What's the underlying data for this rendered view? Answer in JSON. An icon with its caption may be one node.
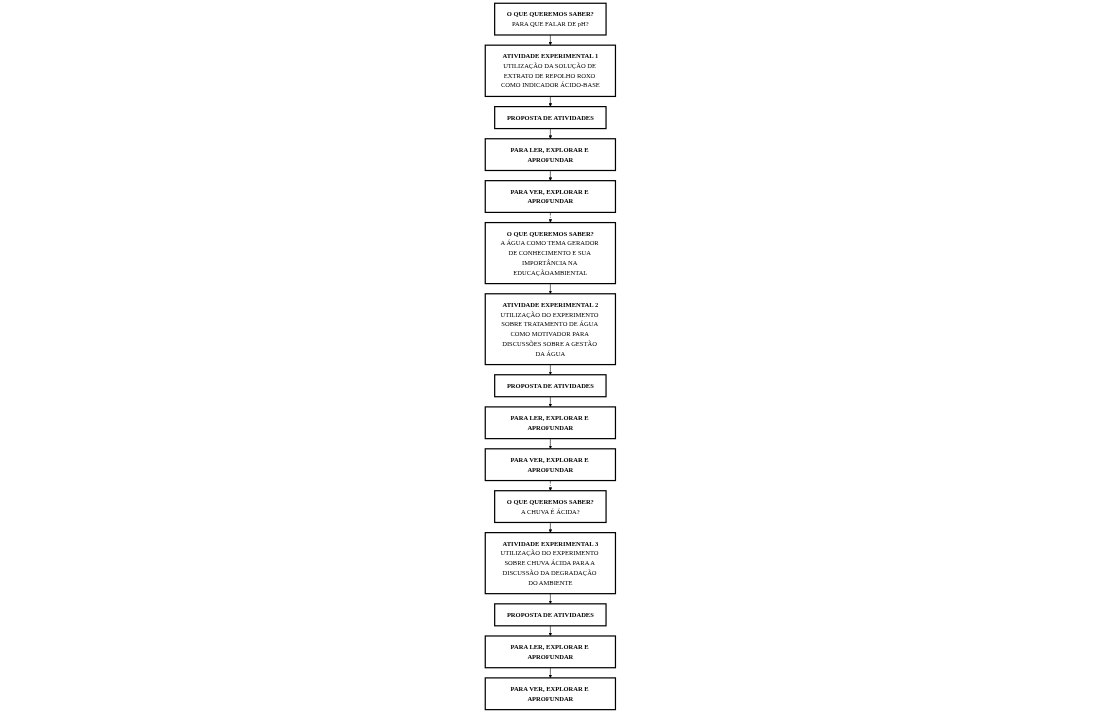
{
  "diagram": {
    "nodes": [
      {
        "text": [
          "O QUE QUEREMOS SABER?",
          "PARA QUE FALAR DE pH?"
        ]
      },
      {
        "text": [
          "ATIVIDADE EXPERIMENTAL 1",
          "UTILIZAÇÃO DA SOLUÇÃO DE EXTRATO DE REPOLHO ROXO COMO INDICADOR ÁCIDO-BASE"
        ]
      },
      {
        "text": [
          "PROPOSTA DE ATIVIDADES"
        ]
      },
      {
        "text": [
          "PARA LER, EXPLORAR E APROFUNDAR"
        ]
      },
      {
        "text": [
          "PARA VER, EXPLORAR E APROFUNDAR"
        ]
      },
      {
        "text": [
          "O QUE QUEREMOS SABER?",
          "A ÁGUA COMO TEMA GERADOR DE CONHECIMENTO E SUA IMPORTÂNCIA NA EDUCAÇÃOAMBIENTAL"
        ]
      },
      {
        "text": [
          "ATIVIDADE EXPERIMENTAL 2",
          "UTILIZAÇÃO DO EXPERIMENTO SOBRE TRATAMENTO DE ÁGUA COMO MOTIVADOR PARA DISCUSSÕES SOBRE A GESTÃO DA ÁGUA"
        ]
      },
      {
        "text": [
          "PROPOSTA DE ATIVIDADES"
        ]
      },
      {
        "text": [
          "PARA LER, EXPLORAR E APROFUNDAR"
        ]
      },
      {
        "text": [
          "PARA VER, EXPLORAR E APROFUNDAR"
        ]
      },
      {
        "text": [
          "O QUE QUEREMOS SABER?",
          "A CHUVA É ÁCIDA?"
        ]
      },
      {
        "text": [
          "ATIVIDADE EXPERIMENTAL 3",
          "UTILIZAÇÃO DO EXPERIMENTO SOBRE CHUVA ÁCIDA PARA A DISCUSSÃO DA DEGRADAÇÃO DO AMBIENTE"
        ]
      },
      {
        "text": [
          "PROPOSTA DE ATIVIDADES"
        ]
      },
      {
        "text": [
          "PARA LER, EXPLORAR E APROFUNDAR"
        ]
      },
      {
        "text": [
          "PARA VER, EXPLORAR E APROFUNDAR"
        ]
      }
    ],
    "edges": [
      {
        "from": 0,
        "to": 1,
        "arrow": "to"
      },
      {
        "from": 1,
        "to": 2,
        "arrow": "to"
      },
      {
        "from": 2,
        "to": 3,
        "arrow": "to"
      },
      {
        "from": 3,
        "to": 4,
        "arrow": "to"
      },
      {
        "from": 4,
        "to": 5,
        "arrow": "to",
        "style": "dashed"
      },
      {
        "from": 5,
        "to": 6,
        "arrow": "to"
      },
      {
        "from": 6,
        "to": 7,
        "arrow": "to"
      },
      {
        "from": 7,
        "to": 8,
        "arrow": "to"
      },
      {
        "from": 8,
        "to": 9,
        "arrow": "to"
      },
      {
        "from": 9,
        "to": 10,
        "arrow": "to",
        "style": "dashed"
      },
      {
        "from": 10,
        "to": 11,
        "arrow": "to"
      },
      {
        "from": 11,
        "to": 12,
        "arrow": "to"
      },
      {
        "from": 12,
        "to": 13,
        "arrow": "to"
      },
      {
        "from": 13,
        "to": 14,
        "arrow": "to"
      }
    ]
  }
}
